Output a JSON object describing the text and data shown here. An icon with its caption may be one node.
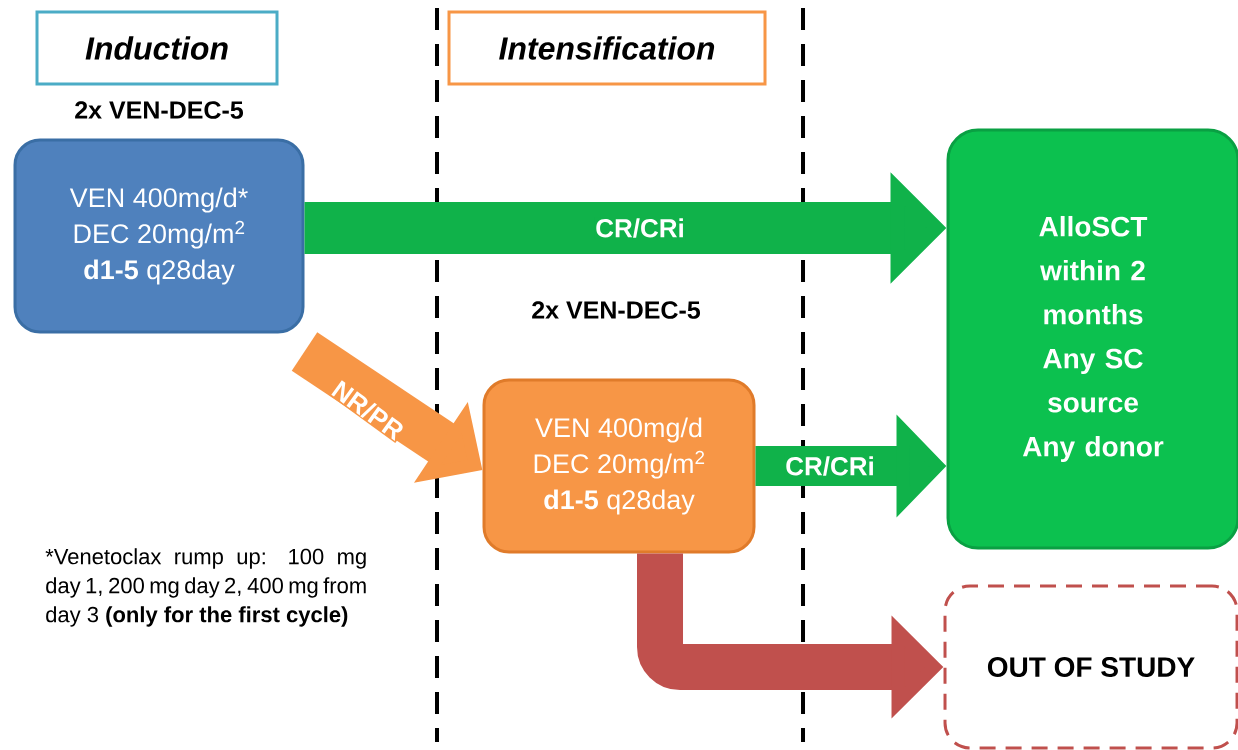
{
  "diagram": {
    "nodes": [
      {
        "text": [
          "Induction"
        ]
      },
      {
        "text": [
          "Intensification"
        ]
      },
      {
        "text": [
          "VEN 400mg/d*",
          "DEC 20mg/m$^{2}$",
          "**d1-5** q28day"
        ],
        "beside": [
          "2x VEN-DEC-5"
        ]
      },
      {
        "text": [
          "VEN 400mg/d",
          "DEC 20mg/m$^{2}$",
          "**d1-5** q28day"
        ],
        "beside": [
          "2x VEN-DEC-5"
        ]
      },
      {
        "text": [
          "AlloSCT within 2 months",
          "Any SC source",
          "Any donor"
        ]
      },
      {
        "text": [
          "OUT OF STUDY"
        ]
      }
    ],
    "edges": [
      {
        "from": 2,
        "to": 4,
        "arrow": "to",
        "label": "CR/CRi",
        "color": "#10b24a"
      },
      {
        "from": 2,
        "to": 3,
        "arrow": "to",
        "label": "NR/PR",
        "color": "#f79646"
      },
      {
        "from": 3,
        "to": 4,
        "arrow": "to",
        "label": "CR/CRi",
        "color": "#10b24a"
      },
      {
        "from": 3,
        "to": 5,
        "arrow": "to",
        "color": "#c0504d"
      }
    ],
    "labels": [
      "*Venetoclax rump up: 100 mg day 1, 200 mg day 2, 400 mg from day 3 **(only for the first cycle)**"
    ]
  }
}
